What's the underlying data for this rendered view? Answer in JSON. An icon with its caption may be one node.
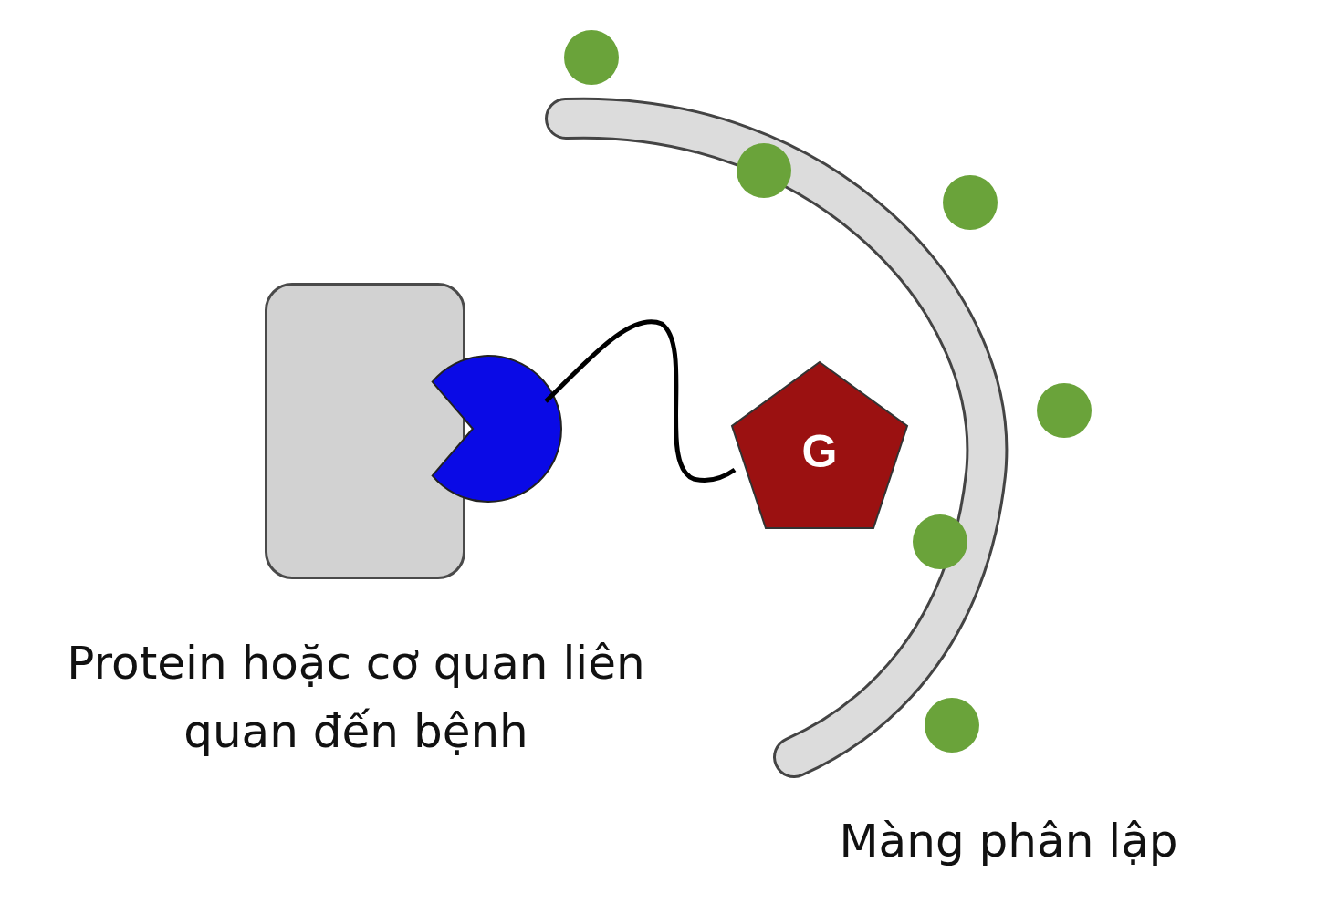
{
  "diagram": {
    "nodes": [
      {
        "text": [],
        "shape": "box",
        "beside": [
          "Protein hoặc cơ quan liên quan đến bệnh"
        ]
      },
      {
        "text": [],
        "shape": "circle"
      },
      {
        "text": [
          "G"
        ]
      }
    ],
    "edges": [
      {
        "from": 1,
        "to": 2,
        "arrow": "none"
      }
    ],
    "labels": [
      "Màng phân lập"
    ]
  }
}
